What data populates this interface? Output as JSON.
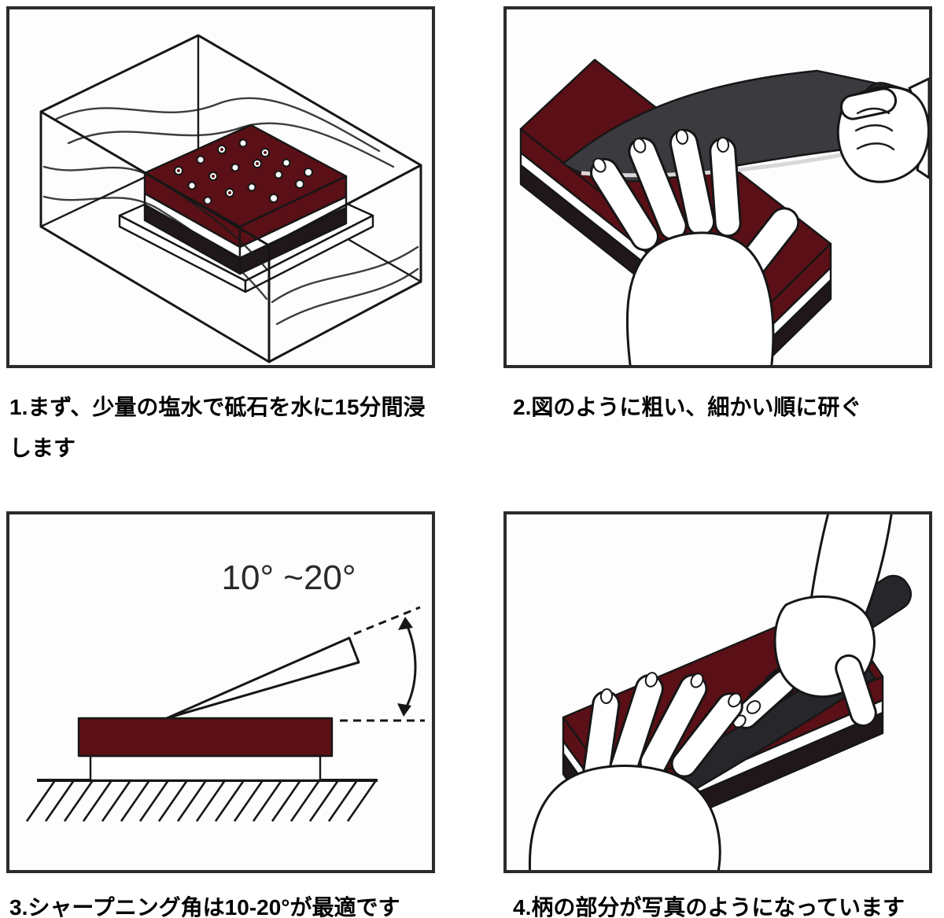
{
  "colors": {
    "stone_maroon": "#5a1016",
    "stone_dark_layer": "#1f171a",
    "blade_gray": "#3a3a3f",
    "handle_dark": "#26262b",
    "outline": "#161616",
    "frame_border": "#2b2b2b",
    "background": "#ffffff"
  },
  "steps": {
    "step1": {
      "caption": "1.まず、少量の塩水で砥石を水に15分間浸します"
    },
    "step2": {
      "caption": "2.図のように粗い、細かい順に研ぐ"
    },
    "step3": {
      "caption": "3.シャープニング角は10-20°が最適です",
      "angle_label": "10° ~20°"
    },
    "step4": {
      "caption": "4.柄の部分が写真のようになっています"
    }
  }
}
